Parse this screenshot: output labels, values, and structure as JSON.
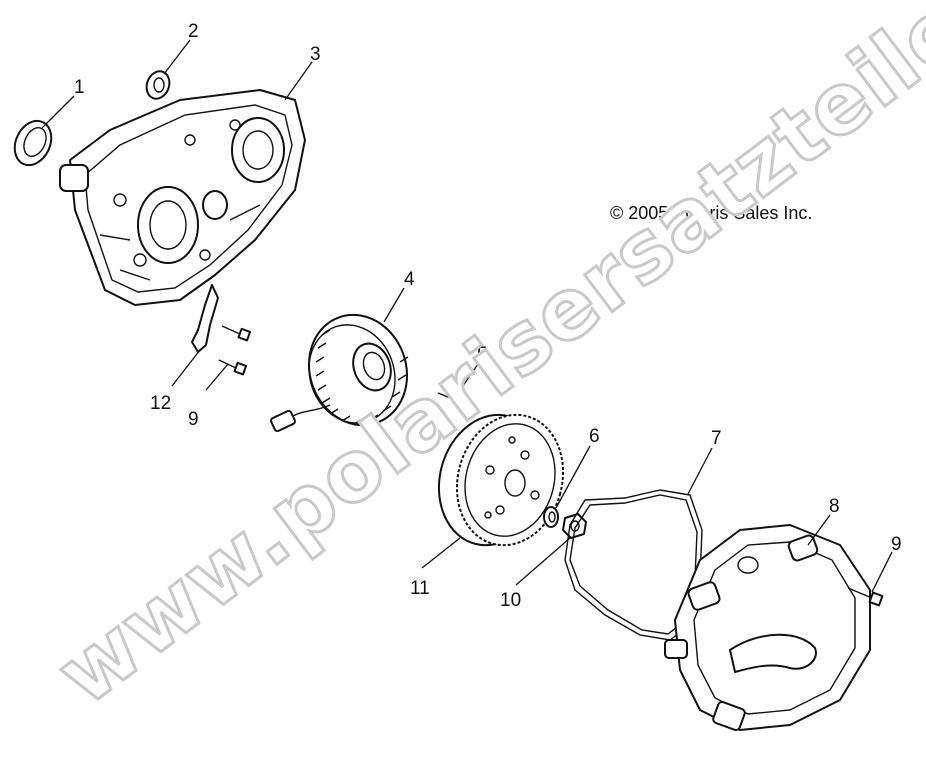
{
  "copyright": "© 2005 Polaris Sales Inc.",
  "watermark": "www.polarisersatzteile.de",
  "callouts": [
    "1",
    "2",
    "3",
    "4",
    "5",
    "6",
    "7",
    "8",
    "9",
    "9",
    "10",
    "11",
    "12"
  ]
}
